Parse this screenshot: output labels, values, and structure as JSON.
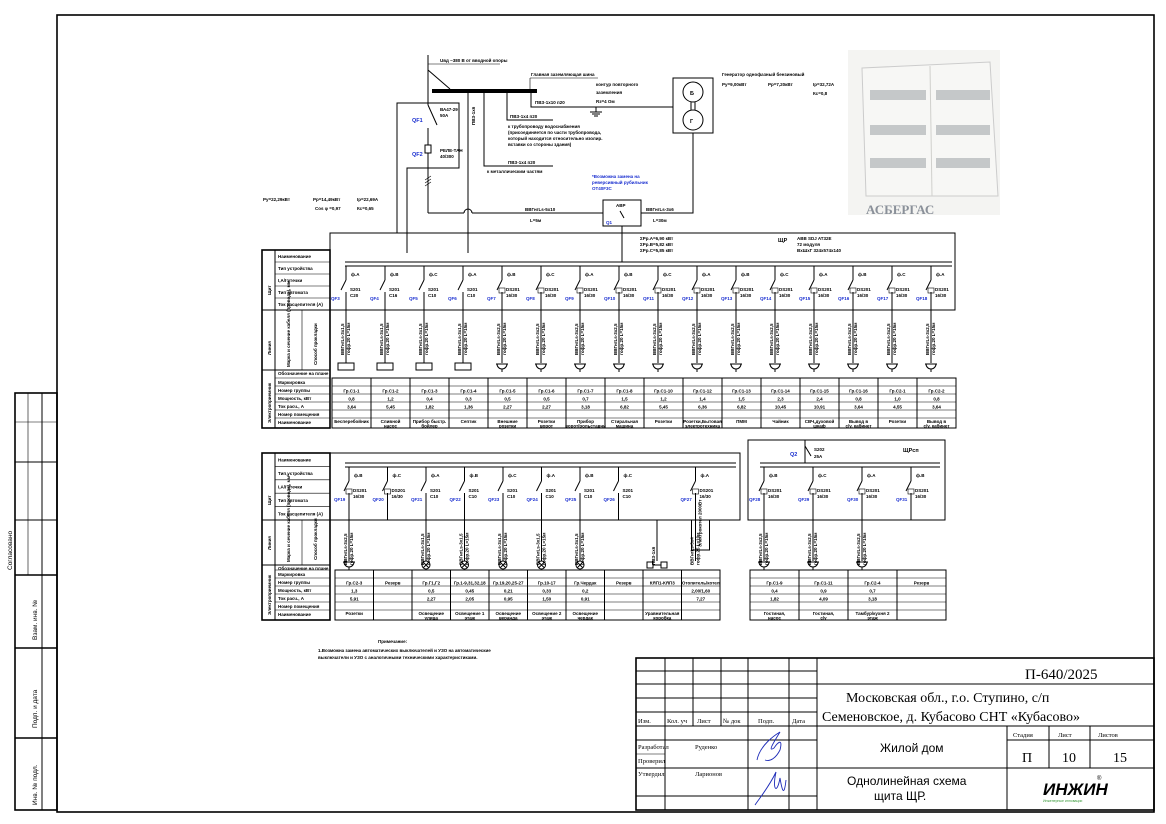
{
  "colors": {
    "line": "#000000",
    "annotation_blue": "#1a2fd0",
    "signature": "#1d2bb8",
    "logo_green": "#3a9a3a"
  },
  "input": {
    "supply_label": "Uвд ~380 В от вводной опоры",
    "ground_bar_label": "Главная заземляющая шина",
    "ground_loop_label": [
      "контур повторного",
      "заземления",
      "Rз=4 Ом"
    ],
    "cable_ground": "ПВЗ-1х10 п20",
    "cable_pipe": "ПВЗ-1х4 п20",
    "pipe_note": [
      "к трубопроводу водоснабжения",
      "(присоединяется по части трубопровода,",
      "который находится относительно изолир.",
      "вставки со стороны здания)"
    ],
    "cable_metal": "ПВЗ-1х4 п20",
    "metal_note": "к металлическим частям",
    "pe_label": "ПВЗ-1х6",
    "qf1": {
      "label": "QF1",
      "rating": [
        "ВА47-29",
        "50А"
      ]
    },
    "qf2": {
      "label": "QF2",
      "rating": [
        "РЕЛЕ-ТАН",
        "40/300"
      ]
    },
    "totals": {
      "pu": "Ру=22,29кВт",
      "pp": "Рр=14,49кВт",
      "ip": "Iр=22,69А",
      "cos": "Cos φ =0,97",
      "kc": "Кс=0,65"
    },
    "feed_cable": "ВВГнгLs-5х10",
    "feed_length": "L=5м",
    "gen_cable": "ВВГнгLs-3х6",
    "gen_length": "L=30м",
    "avr_label": "АВР",
    "avr_q": "Q1",
    "avr_note": [
      "*Возможна замена на",
      "реверсивный рубильник",
      "OT40F3C"
    ]
  },
  "generator": {
    "title": "Генератор однофазный бензиновый",
    "pu": "Ру=9,00кВт",
    "pp": "Рр=7,20кВт",
    "ip": "Iр=32,72А",
    "kc": "Кс=0,8",
    "symbol_top": "Б",
    "symbol_bottom": "Г"
  },
  "photo": {
    "brand": "АСБЕРГАС"
  },
  "panel_main": {
    "name": "ЩР",
    "loads": [
      "ΣРр.А=6,90 кВт",
      "ΣРр.В=5,82 кВт",
      "ΣРр.С=5,85 кВт"
    ],
    "enclosure": [
      "ABB SDJ AT32E",
      "72 модуля",
      "ВхШхГ 324х574х140"
    ]
  },
  "row_labels": {
    "section_panel": "Щит",
    "section_line": "Линия",
    "section_load": "Электроприемник",
    "panel_name": "Наименование",
    "device_type": "Тип устройства",
    "current": "I,А/I утечки",
    "breaker_type": "Тип автомата",
    "trip_current": "Ток расцепителя (А)",
    "cable": "Марка и сечение кабеля (провода), мм²",
    "laying": "Способ прокладки",
    "plan_symbol": "Обозначение на плане",
    "marking": "Маркировка",
    "group": "Номер группы",
    "power": "Мощность, кВт",
    "calc_current": "Ток расч., А",
    "room": "Номер помещения",
    "name": "Наименование"
  },
  "feeders_top": [
    {
      "qf": "QF3",
      "dev": "S201",
      "rating": "C20",
      "phase": "ф.А",
      "cable": "ВВГнгLs-3х1,5",
      "lay": "гофр.20 L=15м",
      "symbol": "box",
      "group": "Гр.С1-1",
      "power": "0,8",
      "current": "3,64",
      "name": "Бесперебойник"
    },
    {
      "qf": "QF4",
      "dev": "S201",
      "rating": "C16",
      "phase": "ф.В",
      "cable": "ВВГнгLs-3х1,5",
      "lay": "гофр.20 L=15м",
      "symbol": "box",
      "group": "Гр.С1-2",
      "power": "1,2",
      "current": "5,45",
      "name": "Сливной насос"
    },
    {
      "qf": "QF5",
      "dev": "S201",
      "rating": "C10",
      "phase": "ф.С",
      "cable": "ВВГнгLs-3х1,5",
      "lay": "гофр.20 L=15м",
      "symbol": "box",
      "group": "Гр.С1-3",
      "power": "0,4",
      "current": "1,82",
      "name": "Прибор быстр. бойлер"
    },
    {
      "qf": "QF6",
      "dev": "S201",
      "rating": "C10",
      "phase": "ф.А",
      "cable": "ВВГнгLs-3х1,5",
      "lay": "гофр.20 L=15м",
      "symbol": "box",
      "group": "Гр.С1-4",
      "power": "0,3",
      "current": "1,36",
      "name": "Септик"
    },
    {
      "qf": "QF7",
      "dev": "DS201",
      "rating": "16/30",
      "phase": "ф.В",
      "cable": "ВВГнгLs-3х2,5",
      "lay": "гофр.20 L=15м",
      "symbol": "socket",
      "group": "Гр.С1-5",
      "power": "0,5",
      "current": "2,27",
      "name": "Внешние розетки"
    },
    {
      "qf": "QF8",
      "dev": "DS201",
      "rating": "16/30",
      "phase": "ф.С",
      "cable": "ВВГнгLs-3х2,5",
      "lay": "гофр.20 L=15м",
      "symbol": "socket",
      "group": "Гр.С1-6",
      "power": "0,5",
      "current": "2,27",
      "name": "Розетки ворот"
    },
    {
      "qf": "QF9",
      "dev": "DS201",
      "rating": "16/30",
      "phase": "ф.А",
      "cable": "ВВГнгLs-3х2,5",
      "lay": "гофр.20 L=15м",
      "symbol": "socket",
      "group": "Гр.С1-7",
      "power": "0,7",
      "current": "3,18",
      "name": "Прибор ворот/рольставни"
    },
    {
      "qf": "QF10",
      "dev": "DS201",
      "rating": "16/30",
      "phase": "ф.В",
      "cable": "ВВГнгLs-3х2,5",
      "lay": "гофр.20 L=15м",
      "symbol": "socket",
      "group": "Гр.С1-8",
      "power": "1,5",
      "current": "6,82",
      "name": "Стиральная машина"
    },
    {
      "qf": "QF11",
      "dev": "DS201",
      "rating": "16/30",
      "phase": "ф.С",
      "cable": "ВВГнгLs-3х2,5",
      "lay": "гофр.20 L=15м",
      "symbol": "socket",
      "group": "Гр.С1-10",
      "power": "1,2",
      "current": "5,45",
      "name": "Розетки"
    },
    {
      "qf": "QF12",
      "dev": "DS201",
      "rating": "16/30",
      "phase": "ф.А",
      "cable": "ВВГнгLs-3х2,5",
      "lay": "гофр.20 L=15м",
      "symbol": "socket",
      "group": "Гр.С1-12",
      "power": "1,4",
      "current": "6,36",
      "name": "Розетки,Бытовая электротехника"
    },
    {
      "qf": "QF13",
      "dev": "DS201",
      "rating": "16/30",
      "phase": "ф.В",
      "cable": "ВВГнгLs-3х2,5",
      "lay": "гофр.20 L=15м",
      "symbol": "socket",
      "group": "Гр.С1-13",
      "power": "1,5",
      "current": "6,82",
      "name": "ПММ"
    },
    {
      "qf": "QF14",
      "dev": "DS201",
      "rating": "16/30",
      "phase": "ф.С",
      "cable": "ВВГнгLs-3х2,5",
      "lay": "гофр.20 L=15м",
      "symbol": "socket",
      "group": "Гр.С1-14",
      "power": "2,3",
      "current": "10,45",
      "name": "Чайник"
    },
    {
      "qf": "QF15",
      "dev": "DS201",
      "rating": "16/30",
      "phase": "ф.А",
      "cable": "ВВГнгLs-3х2,5",
      "lay": "гофр.20 L=15м",
      "symbol": "socket",
      "group": "Гр.С1-15",
      "power": "2,4",
      "current": "10,91",
      "name": "СВЧ,духовой шкаф"
    },
    {
      "qf": "QF16",
      "dev": "DS201",
      "rating": "16/30",
      "phase": "ф.В",
      "cable": "ВВГнгLs-3х2,5",
      "lay": "гофр.20 L=15м",
      "symbol": "socket",
      "group": "Гр.С1-16",
      "power": "0,8",
      "current": "3,64",
      "name": "Вывод в с/у, кабинет"
    },
    {
      "qf": "QF17",
      "dev": "DS201",
      "rating": "16/30",
      "phase": "ф.С",
      "cable": "ВВГнгLs-3х2,5",
      "lay": "гофр.20 L=15м",
      "symbol": "socket",
      "group": "Гр.С2-1",
      "power": "1,0",
      "current": "4,55",
      "name": "Розетки"
    },
    {
      "qf": "QF18",
      "dev": "DS201",
      "rating": "16/30",
      "phase": "ф.А",
      "cable": "ВВГнгLs-3х2,5",
      "lay": "гофр.20 L=15м",
      "symbol": "socket",
      "group": "Гр.С2-2",
      "power": "0,8",
      "current": "3,64",
      "name": "Вывод в с/у, кабинет"
    }
  ],
  "feeders_bottom": [
    {
      "qf": "QF19",
      "dev": "DS201",
      "rating": "16/30",
      "phase": "ф.В",
      "cable": "ВВГнгLs-3х2,5",
      "lay": "гофр.20 L=15м",
      "symbol": "socket",
      "group": "Гр.С2-3",
      "power": "1,3",
      "current": "5,91",
      "name": "Розетки"
    },
    {
      "qf": "QF20",
      "dev": "DS201",
      "rating": "16/30",
      "phase": "ф.С",
      "cable": "",
      "lay": "",
      "symbol": "none",
      "group": "Резерв",
      "power": "",
      "current": "",
      "name": ""
    },
    {
      "qf": "QF21",
      "dev": "S201",
      "rating": "C10",
      "phase": "ф.А",
      "cable": "ВВГнгLs-3х1,5",
      "lay": "гофр.20 L=15м",
      "symbol": "lamp",
      "group": "Гр.Г1,Г2",
      "power": "0,5",
      "current": "2,27",
      "name": "Освещение улица"
    },
    {
      "qf": "QF22",
      "dev": "S201",
      "rating": "C10",
      "phase": "ф.В",
      "cable": "ВВГнгLs-3х1,5",
      "lay": "гофр.20 L=15м",
      "symbol": "lamp",
      "group": "Гр.1-9,31,32,18",
      "power": "0,45",
      "current": "2,05",
      "name": "Освещение 1 этаж"
    },
    {
      "qf": "QF23",
      "dev": "S201",
      "rating": "C10",
      "phase": "ф.С",
      "cable": "ВВГнгLs-3х1,5",
      "lay": "гофр.20 L=15м",
      "symbol": "lamp",
      "group": "Гр.19,20,25-27",
      "power": "0,21",
      "current": "0,95",
      "name": "Освещение веранда"
    },
    {
      "qf": "QF24",
      "dev": "S201",
      "rating": "C10",
      "phase": "ф.А",
      "cable": "ВВГнгLs-3х1,5",
      "lay": "гофр.20 L=15м",
      "symbol": "lamp",
      "group": "Гр.10-17",
      "power": "0,33",
      "current": "1,50",
      "name": "Освещение 2 этаж"
    },
    {
      "qf": "QF25",
      "dev": "S201",
      "rating": "C10",
      "phase": "ф.В",
      "cable": "ВВГнгLs-3х1,5",
      "lay": "гофр.20 L=15м",
      "symbol": "lamp",
      "group": "Гр.Чердак",
      "power": "0,2",
      "current": "0,91",
      "name": "Освещение чердак"
    },
    {
      "qf": "QF26",
      "dev": "S201",
      "rating": "C10",
      "phase": "ф.С",
      "cable": "",
      "lay": "",
      "symbol": "none",
      "group": "Резерв",
      "power": "",
      "current": "",
      "name": ""
    },
    {
      "qf": "",
      "dev": "",
      "rating": "",
      "phase": "",
      "cable": "ПВЗ-1х6",
      "lay": "",
      "symbol": "junction",
      "group": "КЯП1-КЯП3",
      "power": "",
      "current": "",
      "name": "Уравнительная коробка"
    },
    {
      "qf": "QF27",
      "dev": "DS201",
      "rating": "16/30",
      "phase": "ф.А",
      "cable": "ВВГнгLs-3х4",
      "lay": "гофр.25 L=10м",
      "symbol": "boiler",
      "group": "Отопитель/котел",
      "power": "2,00/1,60",
      "current": "7,27",
      "name": "",
      "device_label": "Электрокотел 2000Вт"
    }
  ],
  "panel_reserve": {
    "name": "ЩРсп",
    "main_breaker": {
      "label": "Q2",
      "dev": "S202",
      "rating": "25А"
    },
    "feeders": [
      {
        "qf": "QF28",
        "dev": "DS201",
        "rating": "16/30",
        "phase": "ф.В",
        "cable": "ВВГнгLs-3х2,5",
        "lay": "гофр.20 L=15м",
        "symbol": "socket",
        "group": "Гр.С1-9",
        "power": "0,4",
        "current": "1,82",
        "name": "Гостиная, насос"
      },
      {
        "qf": "QF29",
        "dev": "DS201",
        "rating": "16/30",
        "phase": "ф.С",
        "cable": "ВВГнгLs-3х2,5",
        "lay": "гофр.20 L=15м",
        "symbol": "socket",
        "group": "Гр.С1-11",
        "power": "0,9",
        "current": "4,09",
        "name": "Гостиная, с/у"
      },
      {
        "qf": "QF30",
        "dev": "DS201",
        "rating": "16/30",
        "phase": "ф.А",
        "cable": "ВВГнгLs-3х2,5",
        "lay": "гофр.20 L=15м",
        "symbol": "socket",
        "group": "Гр.С2-4",
        "power": "0,7",
        "current": "3,18",
        "name": "Тамбур/кухня 2 этаж"
      },
      {
        "qf": "QF31",
        "dev": "DS201",
        "rating": "16/30",
        "phase": "ф.В",
        "cable": "",
        "lay": "",
        "symbol": "none",
        "group": "Резерв",
        "power": "",
        "current": "",
        "name": ""
      }
    ]
  },
  "notes": {
    "title": "Примечание:",
    "lines": [
      "1.Возможна замена автоматических выключателей и УЗО на автоматические",
      "выключатели и УЗО с аналогичными техническими характеристиками."
    ]
  },
  "side_stamp": {
    "inv_replace": "Взам. инв. №",
    "sign_date": "Подп. и дата",
    "inv_orig": "Инв. № подл.",
    "agreed": "Согласовано"
  },
  "title_block": {
    "code": "П-640/2025",
    "address": [
      "Московская обл., г.о. Ступино, с/п",
      "Семеновское, д. Кубасово СНТ «Кубасово»"
    ],
    "object": "Жилой дом",
    "drawing": [
      "Однолинейная схема",
      "щита ЩР."
    ],
    "headers": [
      "Изм.",
      "Кол. уч",
      "Лист",
      "№ док",
      "Подп.",
      "Дата"
    ],
    "stage_label": "Стадия",
    "sheet_label": "Лист",
    "sheets_label": "Листов",
    "stage": "П",
    "sheet": "10",
    "sheets": "15",
    "roles": [
      {
        "role": "Разработал",
        "name": "Руденко"
      },
      {
        "role": "Проверил",
        "name": ""
      },
      {
        "role": "Утвердил",
        "name": "Ларионов"
      }
    ],
    "logo": "ИНЖИН",
    "logo_sub": "Инженерные инновации",
    "logo_mark": "®"
  }
}
